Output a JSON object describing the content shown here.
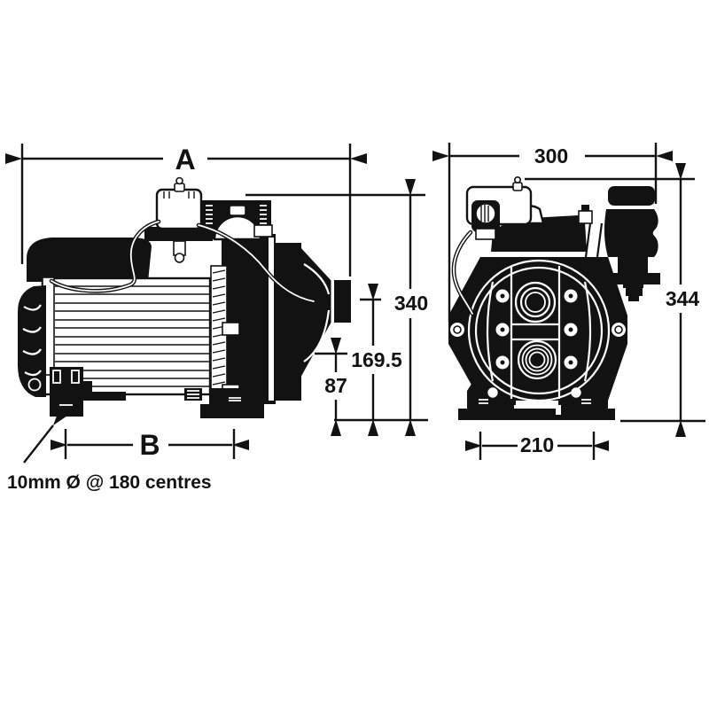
{
  "page": {
    "background": "#ffffff",
    "ink_color": "#121212"
  },
  "drawing": {
    "kind": "two-view dimensioned technical drawing of a jet pump with pressure switch and tank fitting",
    "side_view": {
      "dim_width_overall": "A",
      "dim_height_overall": "340",
      "dim_outlet_centre_height": "169.5",
      "dim_port_height": "87",
      "dim_foot_centres": "B",
      "mounting_note": "10mm Ø @ 180 centres"
    },
    "front_view": {
      "dim_width_overall": "300",
      "dim_height_overall": "344",
      "dim_base_width": "210"
    }
  }
}
